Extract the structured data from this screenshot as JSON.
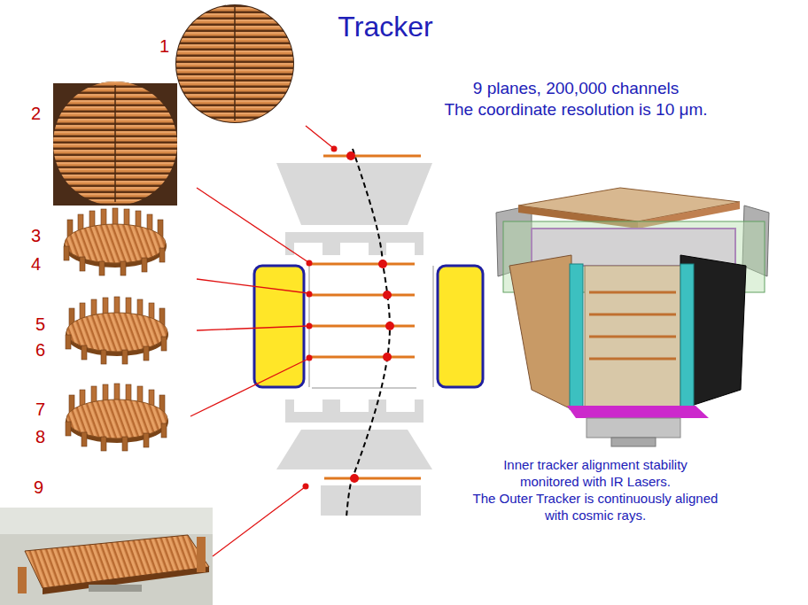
{
  "diagram": {
    "title": "Tracker",
    "labels": [
      "1",
      "2",
      "3",
      "4",
      "5",
      "6",
      "7",
      "8",
      "9",
      "9 planes, 200,000 channels",
      "The coordinate resolution is 10 μm.",
      "Inner tracker alignment stability monitored with IR Lasers.",
      "The Outer Tracker is continuously aligned with cosmic rays."
    ]
  }
}
